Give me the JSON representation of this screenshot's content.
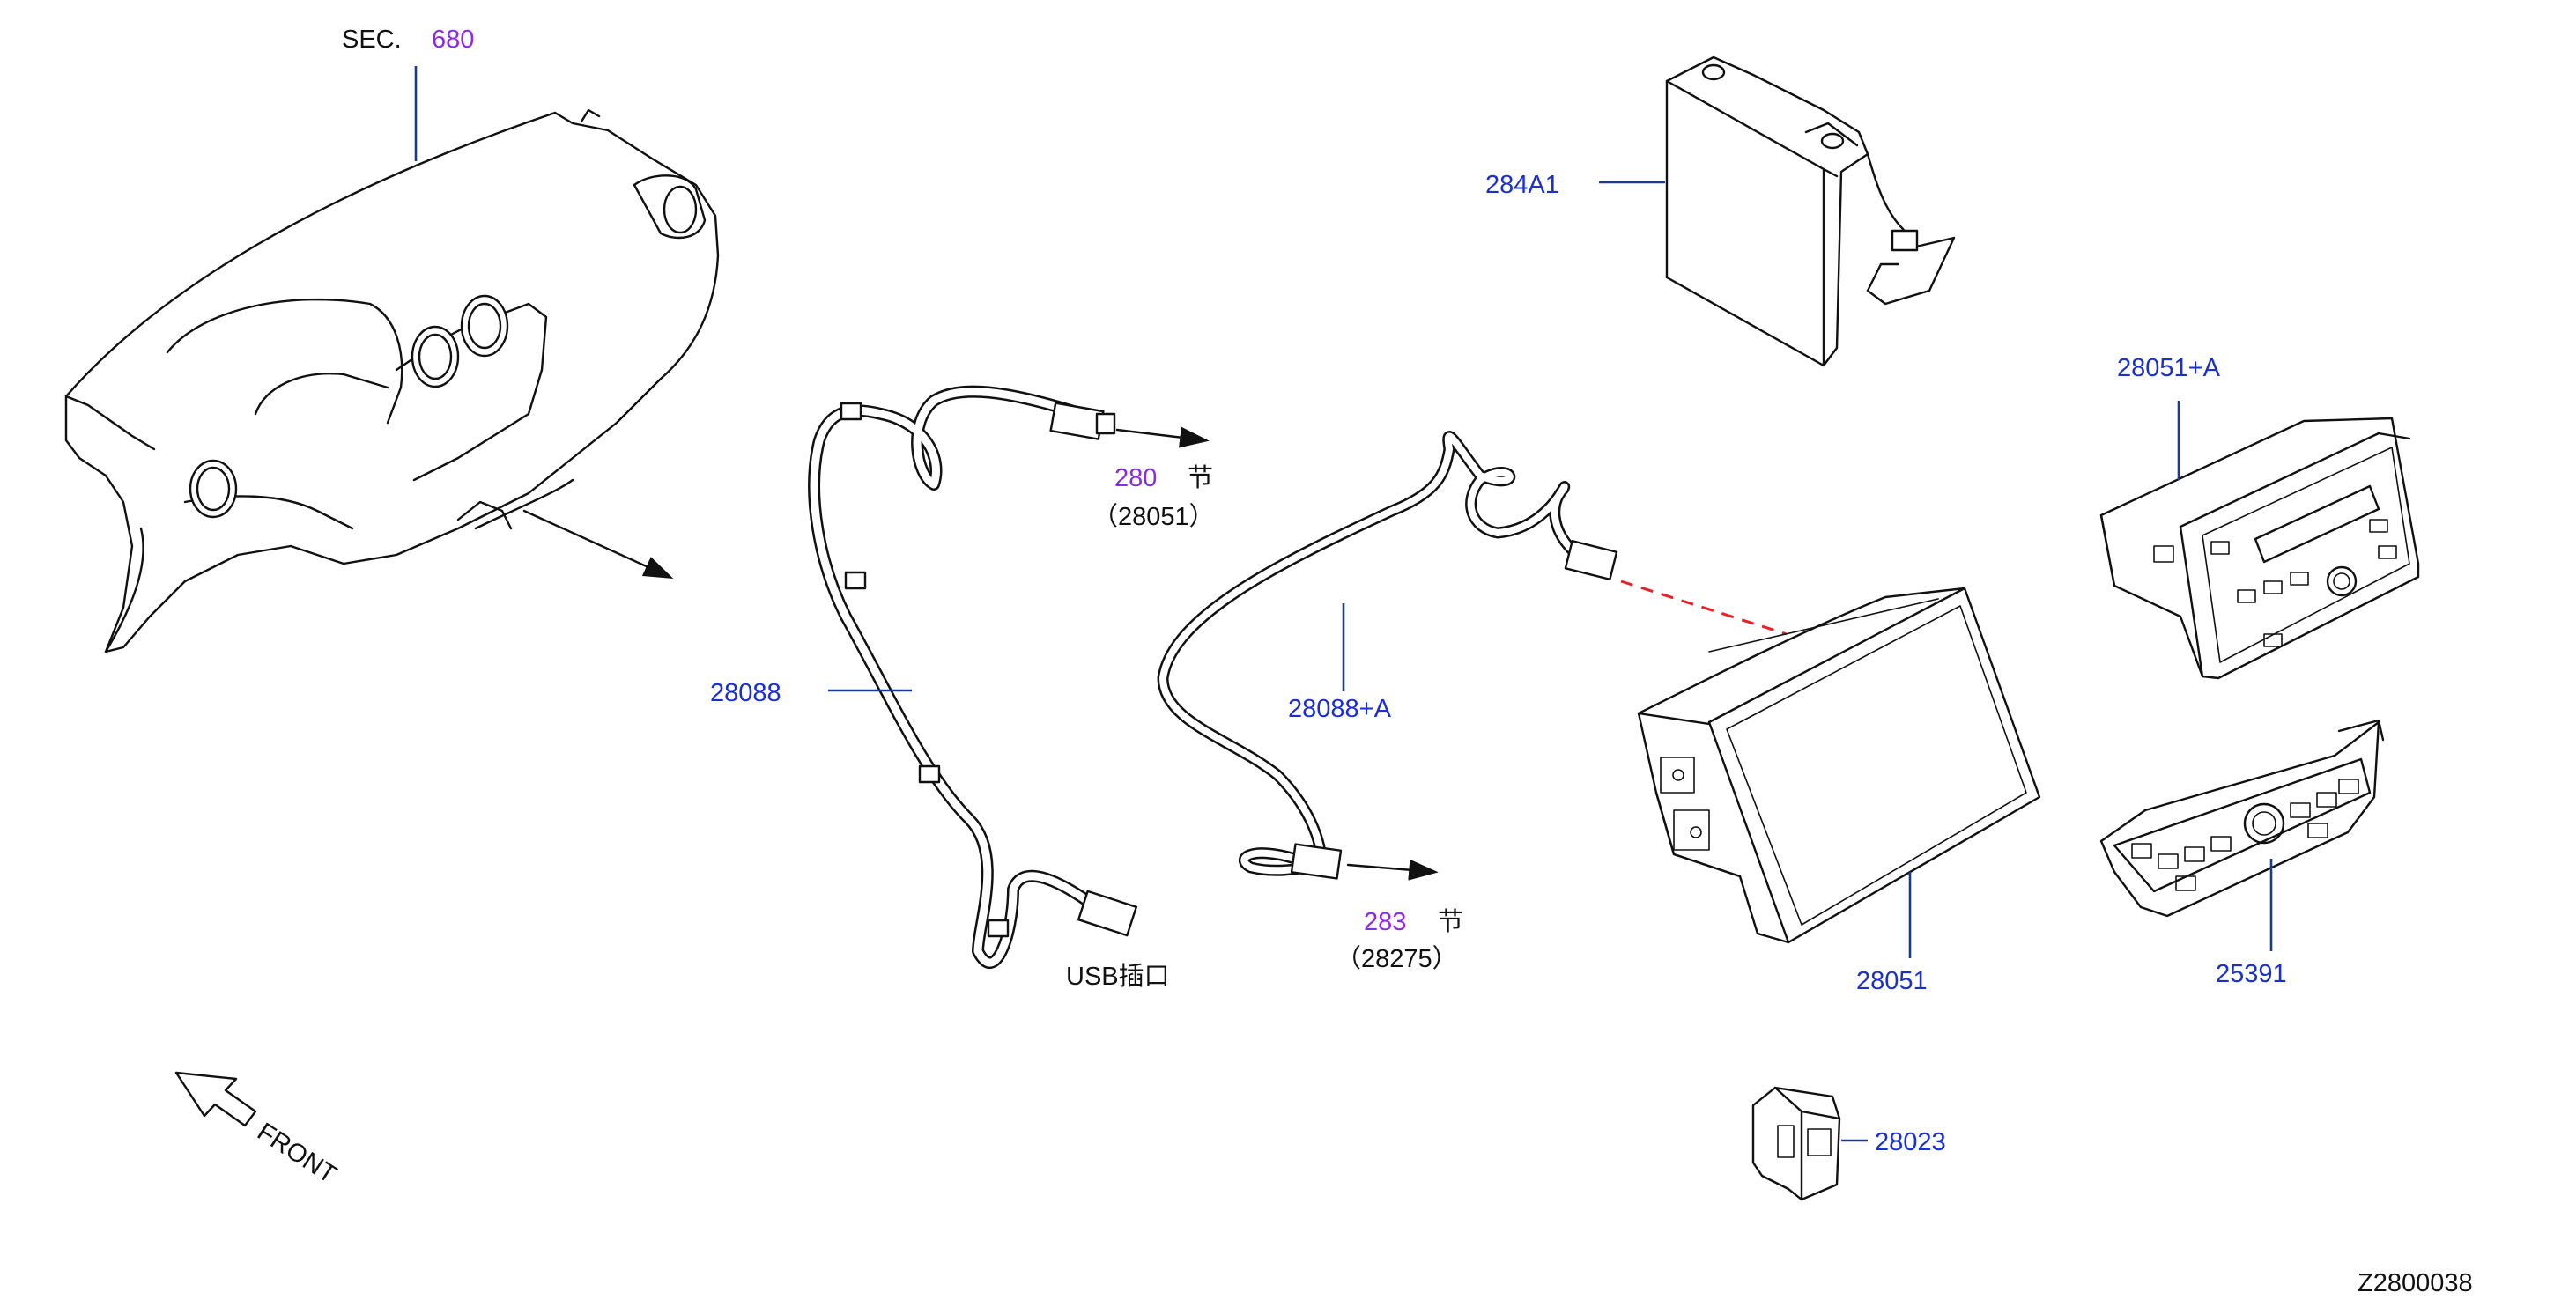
{
  "colors": {
    "part_number": "#1a2fd0",
    "section_ref": "#8a2be2",
    "leader": "#1a3a8f",
    "dashed_link": "#e8202a",
    "ink": "#111111"
  },
  "section_ref": {
    "prefix": "SEC.",
    "number": "680"
  },
  "parts": {
    "p284A1": "284A1",
    "p28051A": "28051+A",
    "p28088": "28088",
    "p28088A": "28088+A",
    "p28051": "28051",
    "p25391": "25391",
    "p28023": "28023"
  },
  "refs": {
    "r280": {
      "number": "280",
      "mark": "节",
      "sub": "（28051）"
    },
    "r283": {
      "number": "283",
      "mark": "节",
      "sub": "（28275）"
    }
  },
  "usb_label": "USB插口",
  "front_label": "FRONT",
  "diagram_id": "Z2800038"
}
